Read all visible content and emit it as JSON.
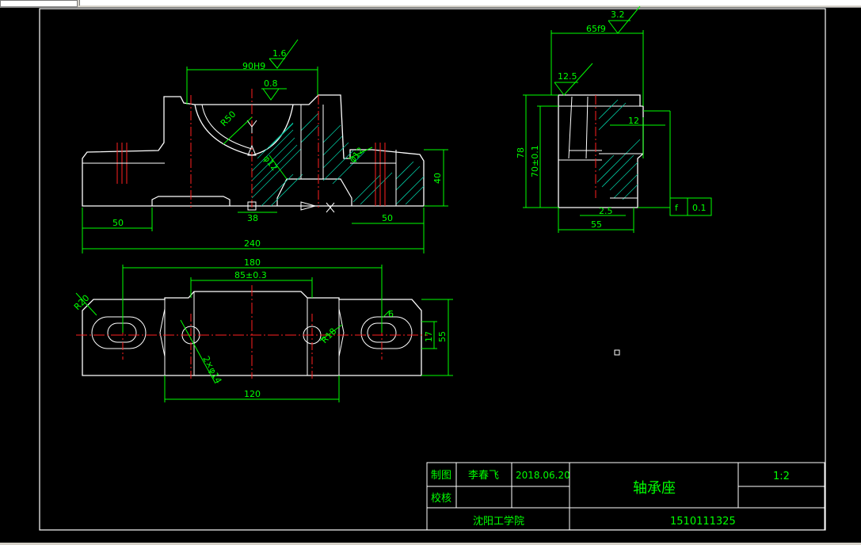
{
  "drawing": {
    "dimensions": {
      "d_90H9": "90H9",
      "d_1_6": "1.6",
      "d_0_8": "0.8",
      "d_r50": "R50",
      "d_phi12a": "φ12",
      "d_phi12b": "φ12",
      "d_50_left": "50",
      "d_38": "38",
      "d_50_right": "50",
      "d_240": "240",
      "d_40": "40",
      "d_65f9": "65f9",
      "d_3_2": "3.2",
      "d_12_5": "12.5",
      "d_12": "12",
      "d_78": "78",
      "d_70": "70±0.1",
      "d_2_5": "2.5",
      "d_55_side": "55",
      "d_180": "180",
      "d_85": "85±0.3",
      "d_r20": "R20",
      "d_6": "6",
      "d_r18": "R18",
      "d_17": "17",
      "d_55_top": "55",
      "d_2phi14": "2×φ14",
      "d_120": "120",
      "flatness_symbol": "f",
      "flatness_value": "0.1"
    }
  },
  "title_block": {
    "drawn_label": "制图",
    "drawn_name": "李春飞",
    "drawn_date": "2018.06.20",
    "checked_label": "校核",
    "part_name": "轴承座",
    "scale": "1:2",
    "school": "沈阳工学院",
    "student_id": "1510111325"
  },
  "colors": {
    "outline": "#ffffff",
    "dimension": "#00ff00",
    "centerline": "#ff0000",
    "hatch": "#00c8a0",
    "background": "#000000"
  }
}
